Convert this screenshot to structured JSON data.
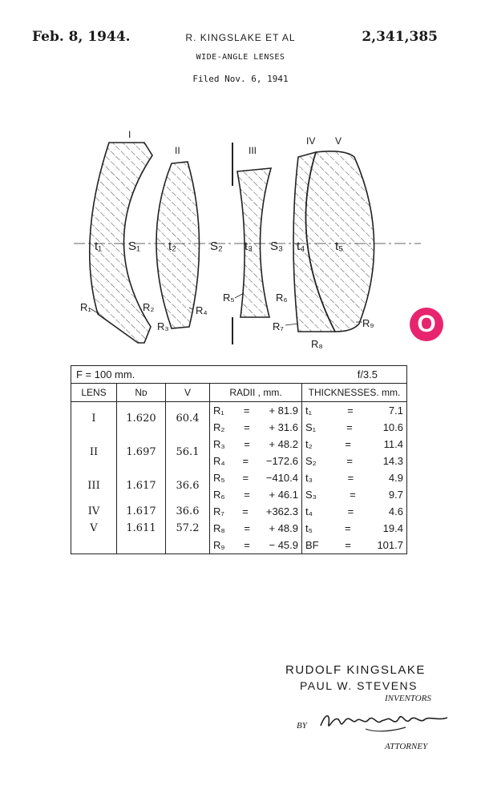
{
  "header": {
    "date": "Feb. 8, 1944.",
    "inventors_line": "R. KINGSLAKE ET AL",
    "patent_number": "2,341,385",
    "title": "WIDE-ANGLE LENSES",
    "filed": "Filed Nov. 6, 1941"
  },
  "figure": {
    "lens_labels": [
      "I",
      "II",
      "III",
      "IV",
      "V"
    ],
    "axis_labels": [
      "t₁",
      "S₁",
      "t₂",
      "S₂",
      "t₃",
      "S₃",
      "t₄",
      "t₅"
    ],
    "radius_labels": [
      "R₁",
      "R₂",
      "R₃",
      "R₄",
      "R₅",
      "R₆",
      "R₇",
      "R₈",
      "R₉"
    ]
  },
  "table": {
    "focal": "F = 100 mm.",
    "aperture": "f/3.5",
    "headers": {
      "lens": "LENS",
      "nd": "Nᴅ",
      "v": "V",
      "radii": "RADII , mm.",
      "thick": "THICKNESSES. mm."
    },
    "lenses": [
      {
        "id": "I",
        "nd": "1.620",
        "v": "60.4"
      },
      {
        "id": "II",
        "nd": "1.697",
        "v": "56.1"
      },
      {
        "id": "III",
        "nd": "1.617",
        "v": "36.6"
      },
      {
        "id": "IV",
        "nd": "1.617",
        "v": "36.6"
      },
      {
        "id": "V",
        "nd": "1.611",
        "v": "57.2"
      }
    ],
    "radii": [
      {
        "name": "R₁",
        "value": "+ 81.9"
      },
      {
        "name": "R₂",
        "value": "+ 31.6"
      },
      {
        "name": "R₃",
        "value": "+ 48.2"
      },
      {
        "name": "R₄",
        "value": "−172.6"
      },
      {
        "name": "R₅",
        "value": "−410.4"
      },
      {
        "name": "R₆",
        "value": "+ 46.1"
      },
      {
        "name": "R₇",
        "value": "+362.3"
      },
      {
        "name": "R₈",
        "value": "+ 48.9"
      },
      {
        "name": "R₉",
        "value": "− 45.9"
      }
    ],
    "thicknesses": [
      {
        "name": "t₁",
        "value": "7.1"
      },
      {
        "name": "S₁",
        "value": "10.6"
      },
      {
        "name": "t₂",
        "value": "11.4"
      },
      {
        "name": "S₂",
        "value": "14.3"
      },
      {
        "name": "t₃",
        "value": "4.9"
      },
      {
        "name": "S₃",
        "value": "9.7"
      },
      {
        "name": "t₄",
        "value": "4.6"
      },
      {
        "name": "t₅",
        "value": "19.4"
      },
      {
        "name": "BF",
        "value": "101.7"
      }
    ]
  },
  "signature": {
    "inventor1": "RUDOLF KINGSLAKE",
    "inventor2": "PAUL W. STEVENS",
    "inventors_caption": "INVENTORS",
    "by": "BY",
    "attorney": "ATTORNEY"
  },
  "badge": {
    "text": "O",
    "color": "#e8246e"
  }
}
